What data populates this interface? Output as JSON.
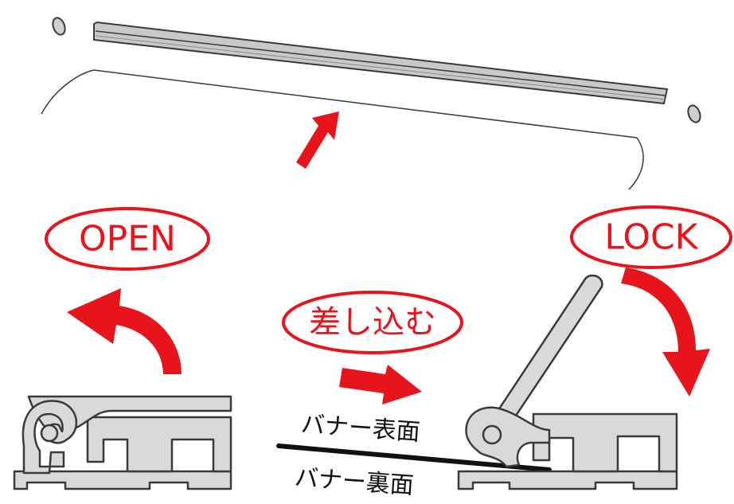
{
  "labels": {
    "open": "OPEN",
    "lock": "LOCK",
    "insert": "差し込む",
    "banner_front": "バナー表面",
    "banner_back": "バナー裏面"
  },
  "colors": {
    "accent_red": "#e8141b",
    "profile_fill": "#d9d9d9",
    "outline": "#3a3a3a"
  }
}
